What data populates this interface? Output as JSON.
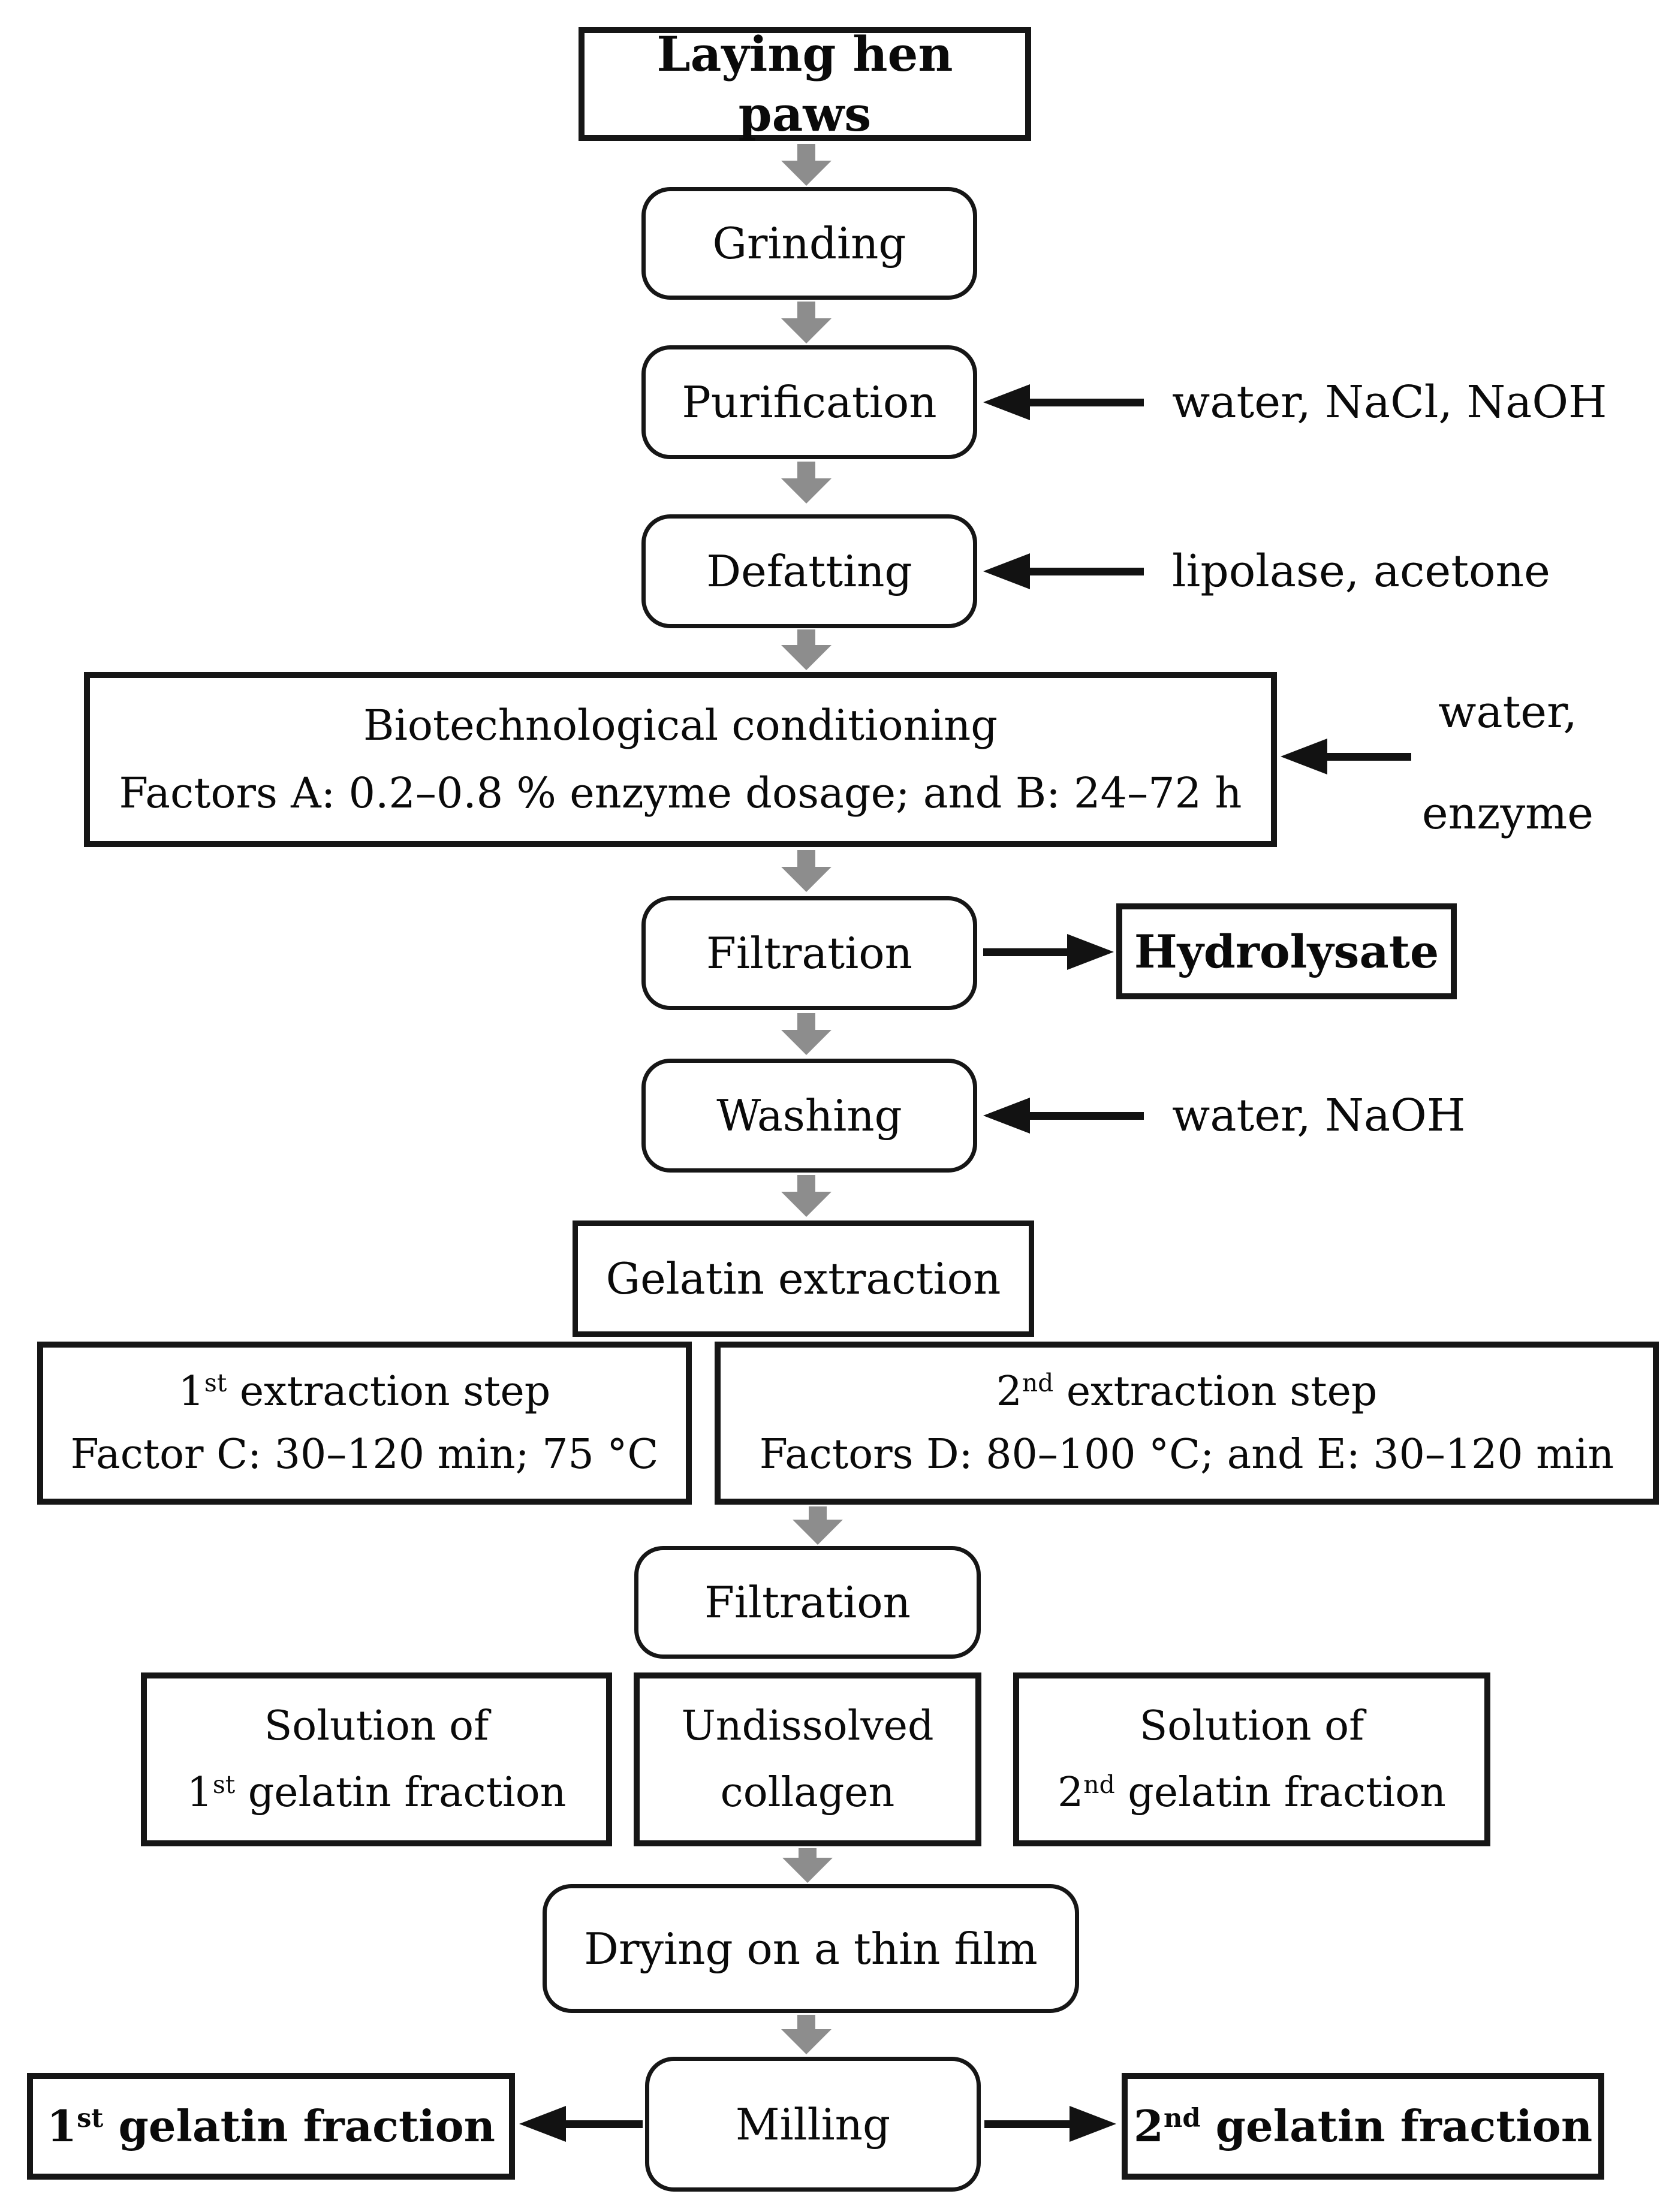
{
  "colors": {
    "background": "#ffffff",
    "border": "#161616",
    "text": "#0a0a0a",
    "flow_arrow_gray": "#8d8d8d",
    "io_arrow_black": "#121212"
  },
  "nodes": {
    "laying_hen_paws": {
      "label": "Laying hen paws"
    },
    "grinding": {
      "label": "Grinding"
    },
    "purification": {
      "label": "Purification"
    },
    "defatting": {
      "label": "Defatting"
    },
    "biotech": {
      "line1": "Biotechnological conditioning",
      "line2": "Factors A: 0.2–0.8 % enzyme dosage; and B: 24–72 h"
    },
    "filtration1": {
      "label": "Filtration"
    },
    "hydrolysate": {
      "label": "Hydrolysate"
    },
    "washing": {
      "label": "Washing"
    },
    "gelatin_extraction": {
      "label": "Gelatin extraction"
    },
    "extraction1": {
      "num": "1",
      "sup": "st",
      "rest": " extraction step",
      "line2": "Factor C: 30–120 min; 75 °C"
    },
    "extraction2": {
      "num": "2",
      "sup": "nd",
      "rest": " extraction step",
      "line2": "Factors D: 80–100 °C; and E: 30–120 min"
    },
    "filtration2": {
      "label": "Filtration"
    },
    "solution1": {
      "line1": "Solution of",
      "num": "1",
      "sup": "st",
      "rest": " gelatin fraction"
    },
    "undissolved": {
      "line1": "Undissolved",
      "line2": "collagen"
    },
    "solution2": {
      "line1": "Solution of",
      "num": "2",
      "sup": "nd",
      "rest": " gelatin fraction"
    },
    "drying": {
      "label": "Drying on a thin film"
    },
    "milling": {
      "label": "Milling"
    },
    "fraction1": {
      "num": "1",
      "sup": "st",
      "rest": " gelatin fraction"
    },
    "fraction2": {
      "num": "2",
      "sup": "nd",
      "rest": " gelatin fraction"
    }
  },
  "inputs": {
    "purification": {
      "label": "water, NaCl, NaOH"
    },
    "defatting": {
      "label": "lipolase, acetone"
    },
    "biotech": {
      "line1": "water,",
      "line2": "enzyme"
    },
    "washing": {
      "label": "water, NaOH"
    }
  }
}
